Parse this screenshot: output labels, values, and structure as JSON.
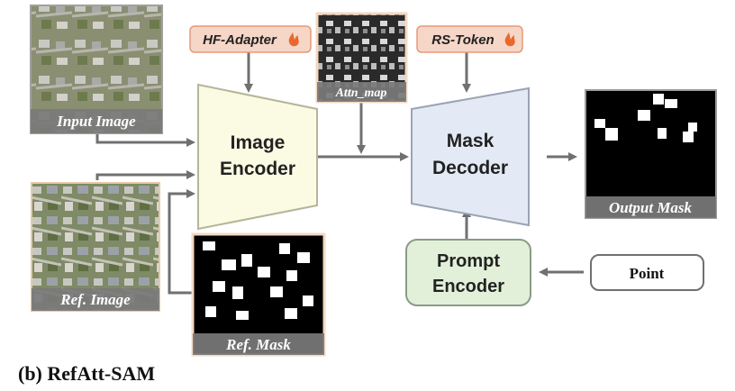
{
  "inputs": {
    "input_image_label": "Input Image",
    "ref_image_label": "Ref. Image",
    "ref_mask_label": "Ref. Mask",
    "attn_map_label": "Attn_map",
    "output_mask_label": "Output Mask"
  },
  "modules": {
    "hf_adapter": "HF-Adapter",
    "rs_token": "RS-Token",
    "image_encoder_line1": "Image",
    "image_encoder_line2": "Encoder",
    "mask_decoder_line1": "Mask",
    "mask_decoder_line2": "Decoder",
    "prompt_encoder_line1": "Prompt",
    "prompt_encoder_line2": "Encoder",
    "point": "Point"
  },
  "fire_icon": "fire-icon",
  "caption": "(b) RefAtt-SAM",
  "colors": {
    "adapter_fill": "#f6d6c7",
    "adapter_border": "#e59a7a",
    "encoder_fill": "#fbfbe3",
    "encoder_border": "#b5b59a",
    "decoder_fill": "#e3e9f5",
    "decoder_border": "#9aa3b5",
    "prompt_fill": "#e2f0da",
    "prompt_border": "#8a9b86",
    "arrow": "#707070",
    "fire": "#e8692a"
  }
}
